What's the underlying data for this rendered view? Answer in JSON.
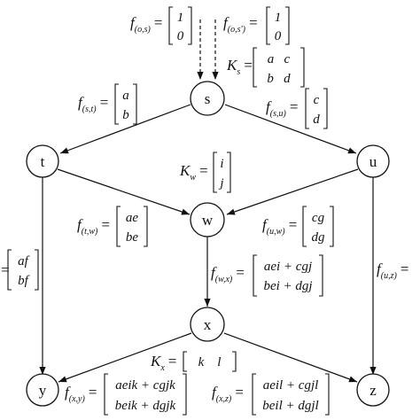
{
  "nodes": {
    "s": "s",
    "t": "t",
    "u": "u",
    "w": "w",
    "x": "x",
    "y": "y",
    "z": "z"
  },
  "labels": {
    "f_os": {
      "f": "f",
      "sub": "(o,s)",
      "eq": "=",
      "rows": [
        "1",
        "0"
      ]
    },
    "f_os2": {
      "f": "f",
      "sub": "(o,s')",
      "eq": "=",
      "rows": [
        "1",
        "0"
      ]
    },
    "K_s": {
      "f": "K",
      "sub": "s",
      "eq": "=",
      "rows": [
        "a   c",
        "b   d"
      ]
    },
    "f_st": {
      "f": "f",
      "sub": "(s,t)",
      "eq": "=",
      "rows": [
        "a",
        "b"
      ]
    },
    "f_su": {
      "f": "f",
      "sub": "(s,u)",
      "eq": "=",
      "rows": [
        "c",
        "d"
      ]
    },
    "K_w": {
      "f": "K",
      "sub": "w",
      "eq": "=",
      "rows": [
        "i",
        "j"
      ]
    },
    "f_tw": {
      "f": "f",
      "sub": "(t,w)",
      "eq": "=",
      "rows": [
        "ae",
        "be"
      ]
    },
    "f_uw": {
      "f": "f",
      "sub": "(u,w)",
      "eq": "=",
      "rows": [
        "cg",
        "dg"
      ]
    },
    "f_ty": {
      "eq": "=",
      "rows": [
        "af",
        "bf"
      ]
    },
    "f_wx": {
      "f": "f",
      "sub": "(w,x)",
      "eq": "=",
      "rows": [
        "aei + cgj",
        "bei + dgj"
      ]
    },
    "f_uz": {
      "f": "f",
      "sub": "(u,z)",
      "eq": "="
    },
    "K_x": {
      "f": "K",
      "sub": "x",
      "eq": "=",
      "row": "k    l"
    },
    "f_xy": {
      "f": "f",
      "sub": "(x,y)",
      "eq": "=",
      "rows": [
        "aeik + cgjk",
        "beik + dgjk"
      ]
    },
    "f_xz": {
      "f": "f",
      "sub": "(x,z)",
      "eq": "=",
      "rows": [
        "aeil + cgjl",
        "beil + dgjl"
      ]
    }
  },
  "colors": {
    "stroke": "#111111",
    "background": "#ffffff"
  }
}
